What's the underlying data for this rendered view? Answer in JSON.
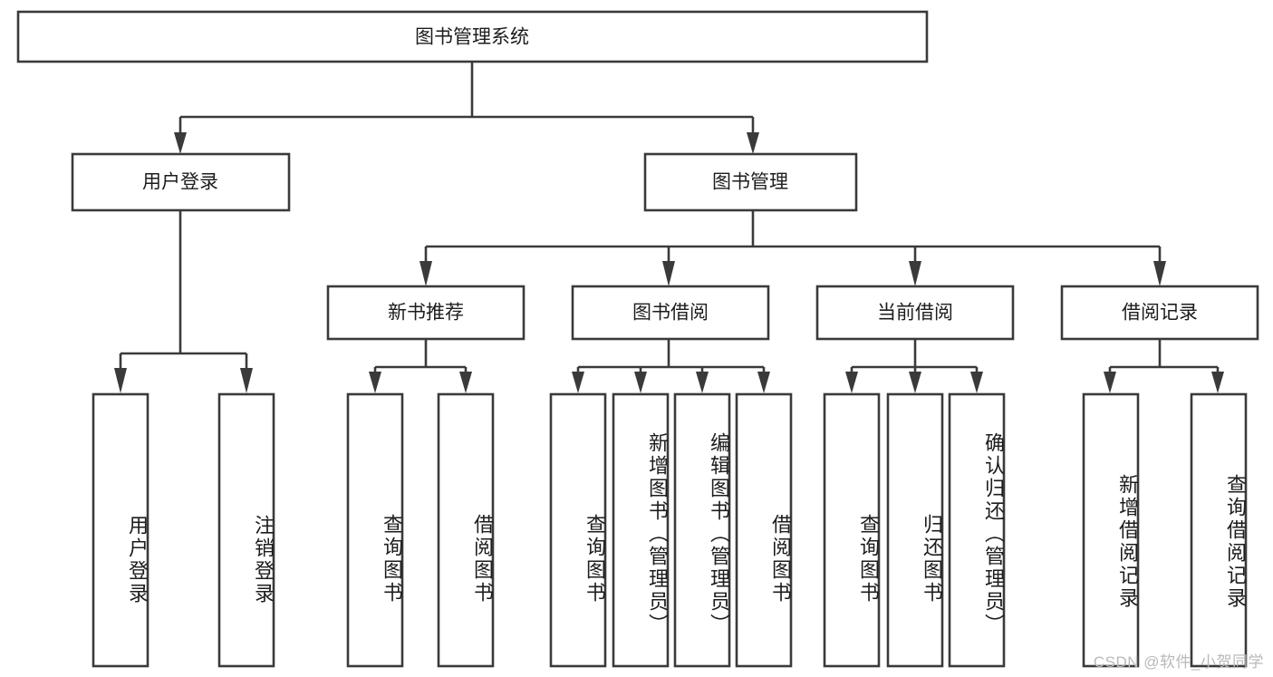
{
  "diagram": {
    "type": "tree-hierarchy-chart",
    "title": "图书管理系统",
    "orientation": "top-down",
    "colors": {
      "box_stroke": "#3a3a3a",
      "box_fill": "#ffffff",
      "connector": "#3a3a3a",
      "text": "#1d1d1d",
      "background": "#ffffff",
      "watermark": "#b9b9b9"
    },
    "levels": [
      {
        "level": 1,
        "nodes": [
          {
            "id": "root",
            "label": "图书管理系统",
            "orientation": "horizontal"
          }
        ]
      },
      {
        "level": 2,
        "nodes": [
          {
            "id": "user-login",
            "label": "用户登录",
            "orientation": "horizontal",
            "parent": "root"
          },
          {
            "id": "book-mgmt",
            "label": "图书管理",
            "orientation": "horizontal",
            "parent": "root"
          }
        ]
      },
      {
        "level": 3,
        "nodes": [
          {
            "id": "new-book-rec",
            "label": "新书推荐",
            "orientation": "horizontal",
            "parent": "book-mgmt"
          },
          {
            "id": "book-borrow",
            "label": "图书借阅",
            "orientation": "horizontal",
            "parent": "book-mgmt"
          },
          {
            "id": "current-borrow",
            "label": "当前借阅",
            "orientation": "horizontal",
            "parent": "book-mgmt"
          },
          {
            "id": "borrow-record",
            "label": "借阅记录",
            "orientation": "horizontal",
            "parent": "book-mgmt"
          }
        ]
      },
      {
        "level": 4,
        "nodes": [
          {
            "id": "leaf-user-login",
            "label": "用户登录",
            "orientation": "vertical",
            "parent": "user-login"
          },
          {
            "id": "leaf-user-logout",
            "label": "注销登录",
            "orientation": "vertical",
            "parent": "user-login"
          },
          {
            "id": "leaf-rec-query",
            "label": "查询图书",
            "orientation": "vertical",
            "parent": "new-book-rec"
          },
          {
            "id": "leaf-rec-borrow",
            "label": "借阅图书",
            "orientation": "vertical",
            "parent": "new-book-rec"
          },
          {
            "id": "leaf-borrow-query",
            "label": "查询图书",
            "orientation": "vertical",
            "parent": "book-borrow"
          },
          {
            "id": "leaf-borrow-add",
            "label": "新增图书（管理员）",
            "orientation": "vertical",
            "parent": "book-borrow"
          },
          {
            "id": "leaf-borrow-edit",
            "label": "编辑图书（管理员）",
            "orientation": "vertical",
            "parent": "book-borrow"
          },
          {
            "id": "leaf-borrow-do",
            "label": "借阅图书",
            "orientation": "vertical",
            "parent": "book-borrow"
          },
          {
            "id": "leaf-current-query",
            "label": "查询图书",
            "orientation": "vertical",
            "parent": "current-borrow"
          },
          {
            "id": "leaf-current-return",
            "label": "归还图书",
            "orientation": "vertical",
            "parent": "current-borrow"
          },
          {
            "id": "leaf-current-confirm",
            "label": "确认归还（管理员）",
            "orientation": "vertical",
            "parent": "current-borrow"
          },
          {
            "id": "leaf-record-add",
            "label": "新增借阅记录",
            "orientation": "vertical",
            "parent": "borrow-record"
          },
          {
            "id": "leaf-record-query",
            "label": "查询借阅记录",
            "orientation": "vertical",
            "parent": "borrow-record"
          }
        ]
      }
    ]
  },
  "watermark": {
    "text": "CSDN @软件_小贺同学"
  }
}
